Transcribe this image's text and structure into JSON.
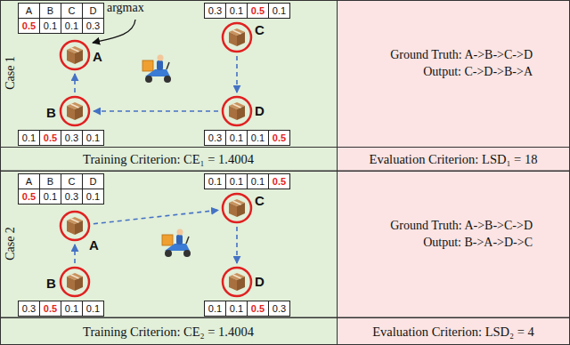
{
  "diagram": {
    "nodes": [
      {
        "text": [
          "Case 1"
        ]
      },
      {
        "text": [
          "A"
        ],
        "in": 0
      },
      {
        "text": [
          "B"
        ],
        "in": 0
      },
      {
        "text": [
          "C"
        ],
        "in": 0
      },
      {
        "text": [
          "D"
        ],
        "in": 0
      },
      {
        "text": [
          "Ground Truth: A->B->C->D",
          "Output: C->D->B->A"
        ]
      },
      {
        "text": [
          "Training Criterion: CE₁ = 1.4004"
        ]
      },
      {
        "text": [
          "Evaluation Criterion: LSD₁ = 18"
        ]
      },
      {
        "text": [
          "Case 2"
        ]
      },
      {
        "text": [
          "A"
        ],
        "in": 8
      },
      {
        "text": [
          "B"
        ],
        "in": 8
      },
      {
        "text": [
          "C"
        ],
        "in": 8
      },
      {
        "text": [
          "D"
        ],
        "in": 8
      },
      {
        "text": [
          "Ground Truth: A->B->C->D",
          "Output: B->A->D->C"
        ]
      },
      {
        "text": [
          "Training Criterion: CE₂ = 1.4004"
        ]
      },
      {
        "text": [
          "Evaluation Criterion: LSD₂ = 4"
        ]
      }
    ],
    "edges": [
      {
        "from": 3,
        "to": 4,
        "arrow": "to"
      },
      {
        "from": 4,
        "to": 2,
        "arrow": "to"
      },
      {
        "from": 2,
        "to": 1,
        "arrow": "to"
      },
      {
        "from": 10,
        "to": 9,
        "arrow": "to"
      },
      {
        "from": 9,
        "to": 11,
        "arrow": "to"
      },
      {
        "from": 11,
        "to": 12,
        "arrow": "to"
      }
    ],
    "labels": [
      "argmax",
      "A",
      "B",
      "C",
      "D",
      "0.5",
      "0.1",
      "0.1",
      "0.3",
      "0.3",
      "0.1",
      "0.5",
      "0.1",
      "0.1",
      "0.5",
      "0.3",
      "0.1",
      "0.3",
      "0.1",
      "0.1",
      "0.5",
      "A",
      "B",
      "C",
      "D",
      "0.5",
      "0.1",
      "0.3",
      "0.1",
      "0.1",
      "0.1",
      "0.1",
      "0.5",
      "0.3",
      "0.5",
      "0.1",
      "0.1",
      "0.1",
      "0.1",
      "0.5",
      "0.3"
    ]
  }
}
